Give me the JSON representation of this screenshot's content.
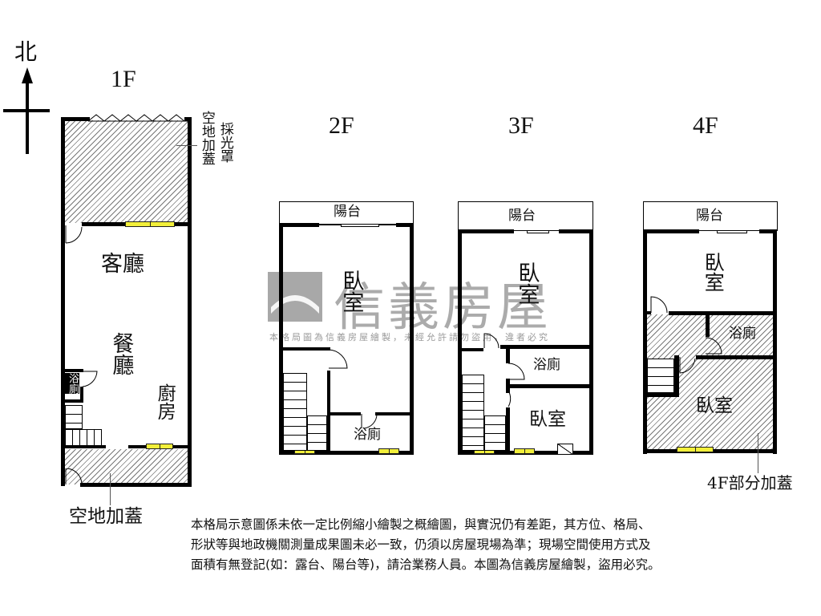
{
  "compass": {
    "north_label": "北"
  },
  "watermark": {
    "brand": "信義房屋",
    "notice": "本格局圖為信義房屋繪製，未經允許請勿盜用，違者必究"
  },
  "floors": {
    "f1": {
      "title": "1F",
      "rooms": {
        "living_room": "客廳",
        "dining_room": "餐廳",
        "kitchen": "廚房",
        "bathroom": "浴廁"
      },
      "annotations": {
        "extension_top": "空地加蓋",
        "skylight": "採光罩",
        "extension_bottom": "空地加蓋"
      }
    },
    "f2": {
      "title": "2F",
      "rooms": {
        "balcony": "陽台",
        "bedroom": "臥室",
        "bathroom": "浴廁"
      }
    },
    "f3": {
      "title": "3F",
      "rooms": {
        "balcony": "陽台",
        "bedroom_1": "臥室",
        "bathroom": "浴廁",
        "bedroom_2": "臥室"
      }
    },
    "f4": {
      "title": "4F",
      "rooms": {
        "balcony": "陽台",
        "bedroom_1": "臥室",
        "bathroom": "浴廁",
        "bedroom_2": "臥室"
      },
      "annotations": {
        "partial_extension": "4F部分加蓋"
      }
    }
  },
  "disclaimer": {
    "line1": "本格局示意圖係未依一定比例縮小繪製之概繪圖，與實況仍有差距，其方位、格局、",
    "line2": "形狀等與地政機關測量成果圖未必一致，仍須以房屋現場為準；現場空間使用方式及",
    "line3": "面積有無登記(如：露台、陽台等)，請洽業務人員。本圖為信義房屋繪製，盜用必究。"
  }
}
